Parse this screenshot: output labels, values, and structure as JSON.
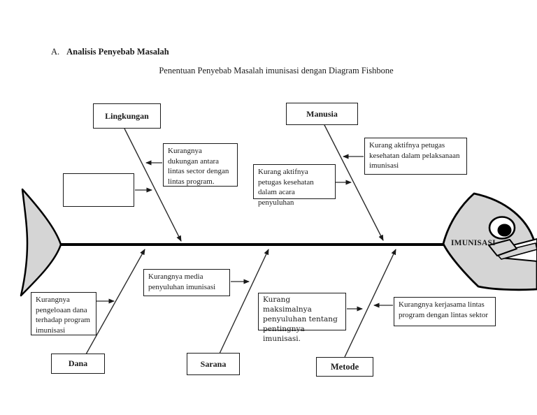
{
  "page": {
    "heading_prefix": "A.",
    "heading": "Analisis Penyebab Masalah",
    "subtitle": "Penentuan Penyebab Masalah  imunisasi dengan Diagram Fishbone"
  },
  "fishbone": {
    "problem_label": "IMUNISASI",
    "categories": [
      {
        "id": "lingkungan",
        "label": "Lingkungan"
      },
      {
        "id": "manusia",
        "label": "Manusia"
      },
      {
        "id": "dana",
        "label": "Dana"
      },
      {
        "id": "sarana",
        "label": "Sarana"
      },
      {
        "id": "metode",
        "label": "Metode"
      }
    ],
    "causes": [
      {
        "id": "empty",
        "text": ""
      },
      {
        "id": "dukungan",
        "text": "Kurangnya dukungan antara lintas sector dengan lintas program."
      },
      {
        "id": "acara",
        "text": "Kurang aktifnya petugas kesehatan dalam acara penyuluhan"
      },
      {
        "id": "pelaksanaan",
        "text": "Kurang aktifnya petugas kesehatan dalam pelaksanaan imunisasi"
      },
      {
        "id": "pengeloaan",
        "text": "Kurangnya pengeloaan dana terhadap program imunisasi"
      },
      {
        "id": "media",
        "text": "Kurangnya media penyuluhan imunisasi"
      },
      {
        "id": "maksimal",
        "text": "Kurang maksimalnya penyuluhan tentang pentingnya imunisasi."
      },
      {
        "id": "kerjasama",
        "text": "Kurangnya  kerjasama lintas program dengan lintas sektor"
      }
    ],
    "colors": {
      "fish_fill": "#d5d5d5",
      "outline": "#000000",
      "line": "#2b2b2b"
    }
  }
}
